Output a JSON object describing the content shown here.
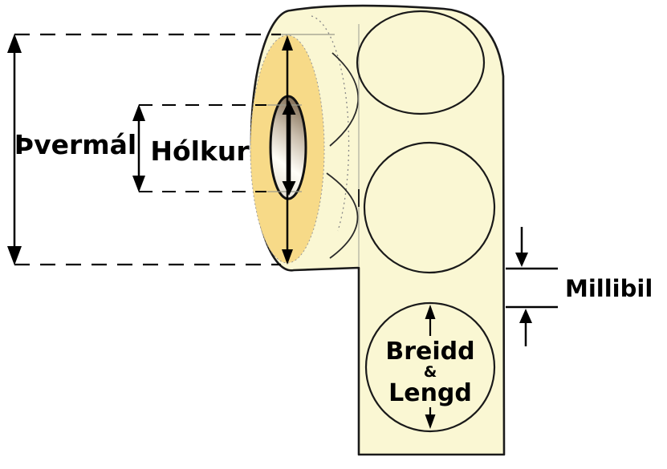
{
  "diagram": {
    "type": "label-roll-dimension-diagram",
    "labels": {
      "diameter": "Þvermál",
      "core": "Hólkur",
      "gap": "Millibil",
      "label_width_top": "Breidd",
      "ampersand": "&",
      "label_width_bottom": "Lengd"
    },
    "colors": {
      "background": "#ffffff",
      "paper": "#faf7d3",
      "core_area": "#f7da88",
      "core_tube_dark": "#7d6950",
      "core_tube_mid": "#cbbfae",
      "core_tube_light": "#fffef8",
      "outline": "#1a1a1a",
      "dimension_line": "#000000"
    }
  }
}
